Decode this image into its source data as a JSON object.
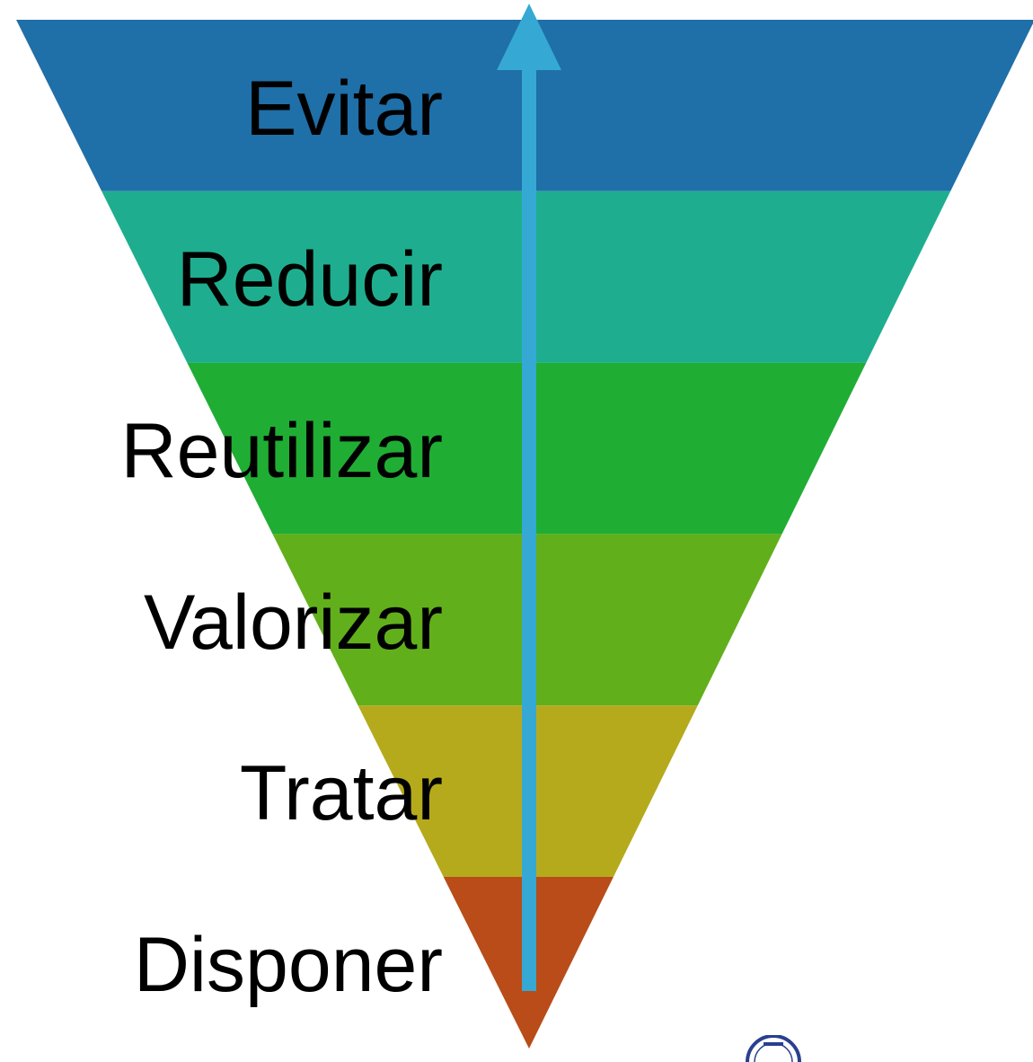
{
  "diagram": {
    "type": "inverted-pyramid",
    "levels": [
      {
        "label": "Evitar",
        "color": "#1f6fa8"
      },
      {
        "label": "Reducir",
        "color": "#1eae8f"
      },
      {
        "label": "Reutilizar",
        "color": "#20ad34"
      },
      {
        "label": "Valorizar",
        "color": "#62af1c"
      },
      {
        "label": "Tratar",
        "color": "#b5aa1c"
      },
      {
        "label": "Disponer",
        "color": "#b94c18"
      }
    ],
    "arrow": {
      "direction": "up",
      "color": "#35a9d3"
    }
  }
}
